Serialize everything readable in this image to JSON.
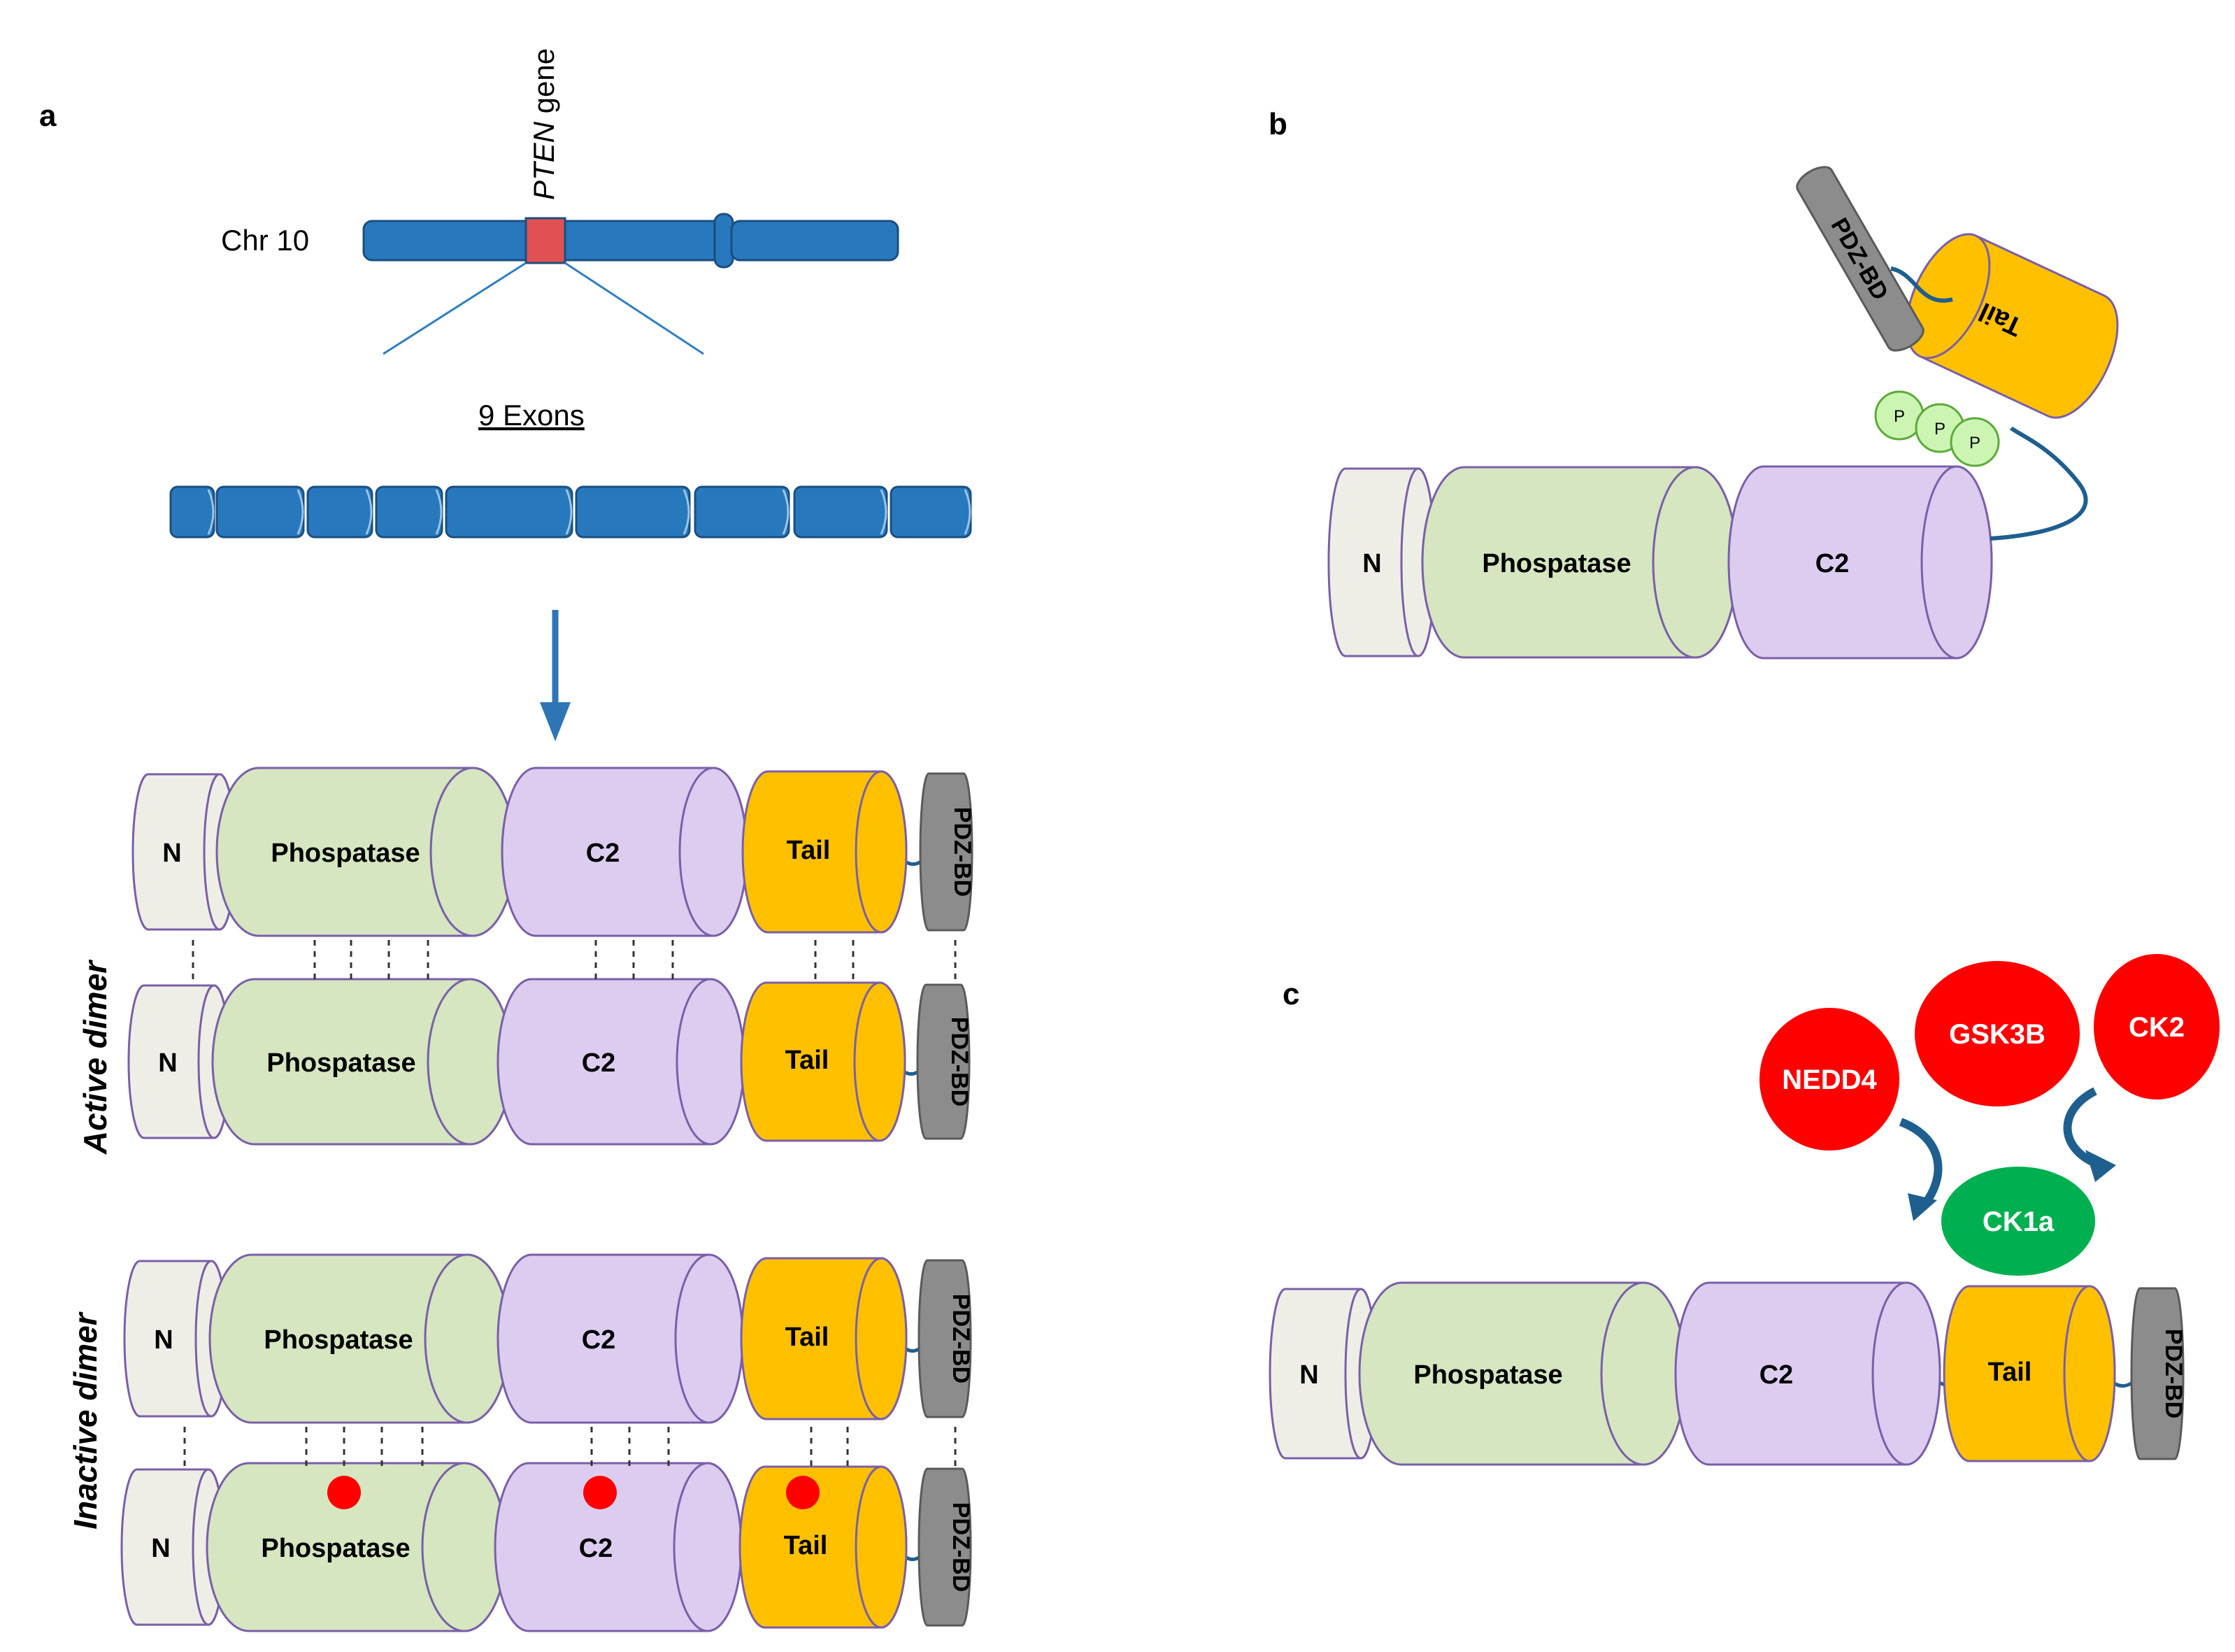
{
  "panels": {
    "a": "a",
    "b": "b",
    "c": "c"
  },
  "chromosome": {
    "label": "Chr 10",
    "gene_italic": "PTEN",
    "gene_suffix": " gene"
  },
  "exons": {
    "label": "9 Exons",
    "count": 9
  },
  "domains": {
    "n": "N",
    "phosphatase": "Phospatase",
    "c2": "C2",
    "tail": "Tail",
    "pdz": "PDZ-BD"
  },
  "dimers": {
    "active": "Active dimer",
    "inactive": "Inactive dimer"
  },
  "phospho_mark": "P",
  "kinases": {
    "nedd4": "NEDD4",
    "gsk3b": "GSK3B",
    "ck2": "CK2",
    "ck1a": "CK1a"
  },
  "colors": {
    "chromosome": "#2878bd",
    "gene_locus": "#e05252",
    "n_domain": "#efeee6",
    "phosphatase": "#d5e6c0",
    "c2": "#dccdf0",
    "tail": "#ffc000",
    "pdz": "#8c8c8c",
    "outline": "#7a5fa8",
    "linker": "#1f5f8f",
    "kinase_red": "#ff0000",
    "kinase_green": "#00b050",
    "p_fill": "#ccf5b3",
    "p_stroke": "#5caa3a",
    "inactive_dot": "#ff0000"
  }
}
